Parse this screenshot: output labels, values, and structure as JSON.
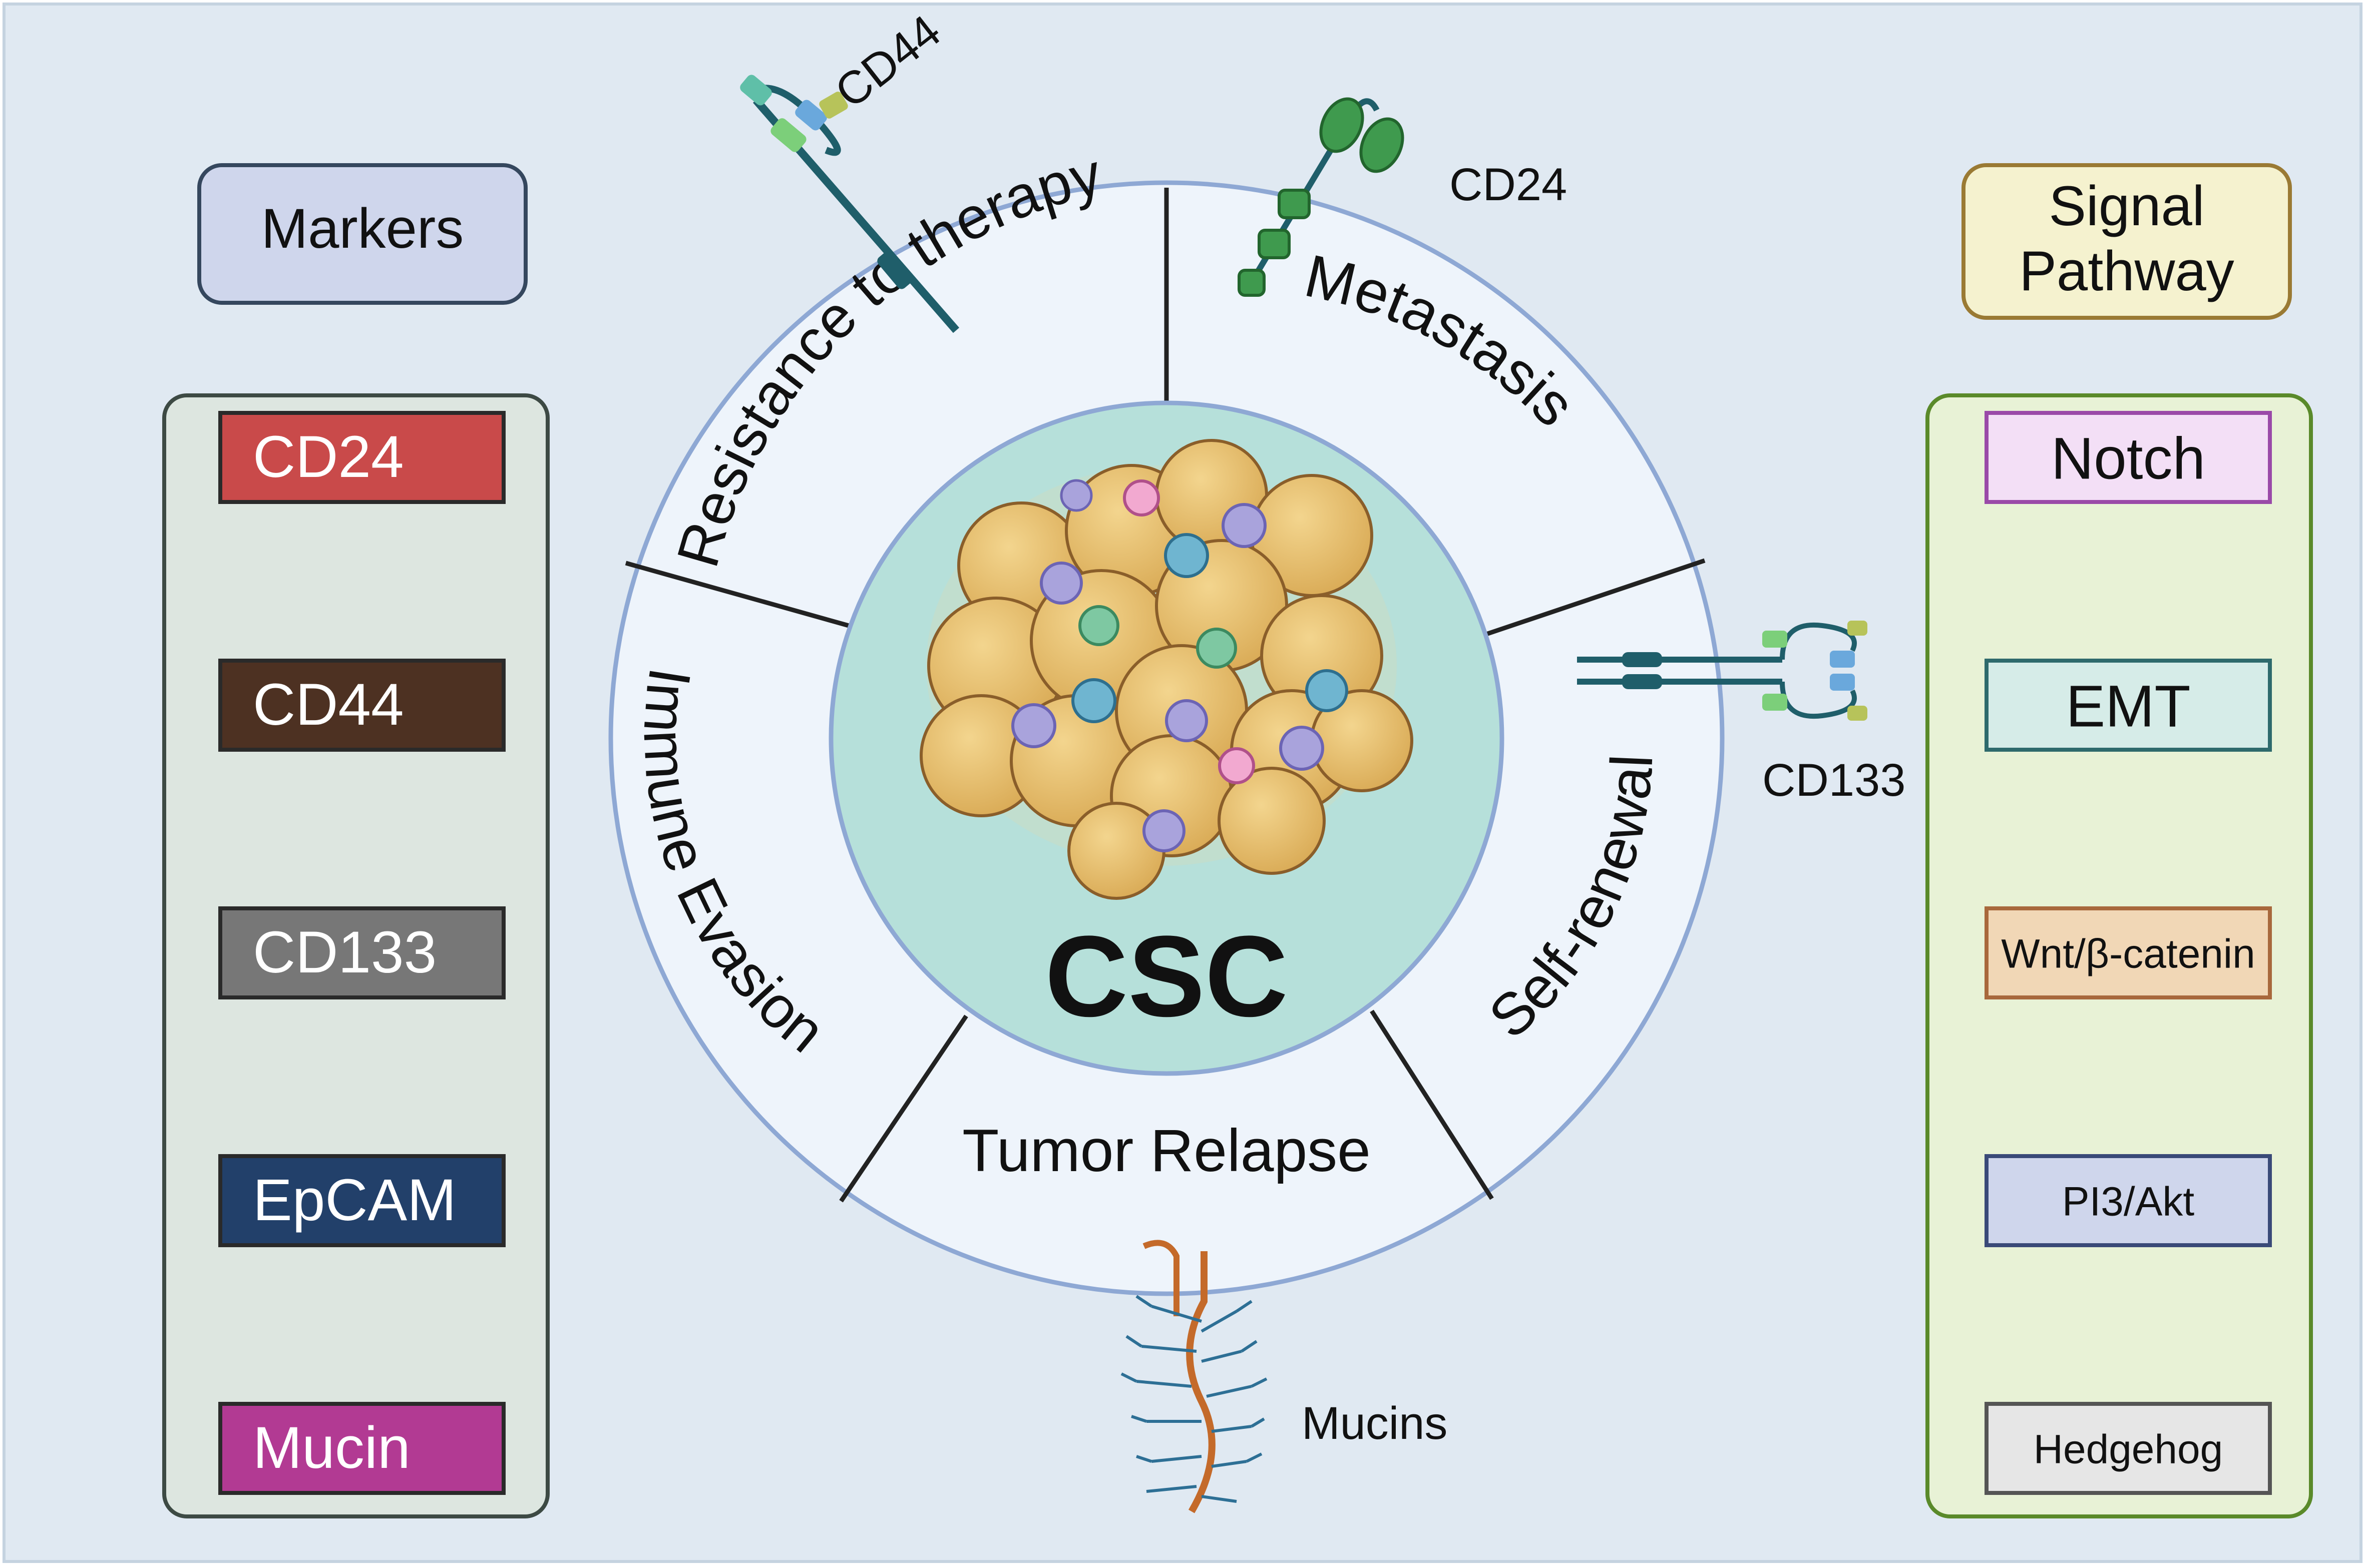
{
  "center": {
    "label": "CSC"
  },
  "ring": {
    "segments": [
      {
        "id": "resistance",
        "label": "Resistance to therapy"
      },
      {
        "id": "metastasis",
        "label": "Metastasis"
      },
      {
        "id": "self-renewal",
        "label": "Self-renewal"
      },
      {
        "id": "tumor-relapse",
        "label": "Tumor Relapse"
      },
      {
        "id": "immune-evasion",
        "label": "Immune Evasion"
      }
    ]
  },
  "molecules": {
    "cd44": "CD44",
    "cd24": "CD24",
    "cd133": "CD133",
    "mucins": "Mucins"
  },
  "markers": {
    "title": "Markers",
    "items": [
      {
        "label": "CD24",
        "color": "#c94a4a"
      },
      {
        "label": "CD44",
        "color": "#4d3122"
      },
      {
        "label": "CD133",
        "color": "#777777"
      },
      {
        "label": "EpCAM",
        "color": "#22406a"
      },
      {
        "label": "Mucin",
        "color": "#b23a93"
      }
    ]
  },
  "signal": {
    "title_line1": "Signal",
    "title_line2": "Pathway",
    "items": [
      {
        "label": "Notch",
        "color": "#f3dff6",
        "border": "#9a4aa8"
      },
      {
        "label": "EMT",
        "color": "#d6ece8",
        "border": "#2e6a6c"
      },
      {
        "label": "Wnt/β-catenin",
        "color": "#f1d7b6",
        "border": "#a8683c"
      },
      {
        "label": "PI3/Akt",
        "color": "#cfd6ec",
        "border": "#3a4a78"
      },
      {
        "label": "Hedgehog",
        "color": "#e6e6e6",
        "border": "#555555"
      }
    ]
  },
  "colors": {
    "background": "#e0e9f2",
    "ring_fill": "#eef4fb",
    "ring_stroke": "#8ea8d4",
    "core_fill": "#b6e0da",
    "left_panel": "#dde6e0",
    "right_panel": "#e8f2d6"
  }
}
